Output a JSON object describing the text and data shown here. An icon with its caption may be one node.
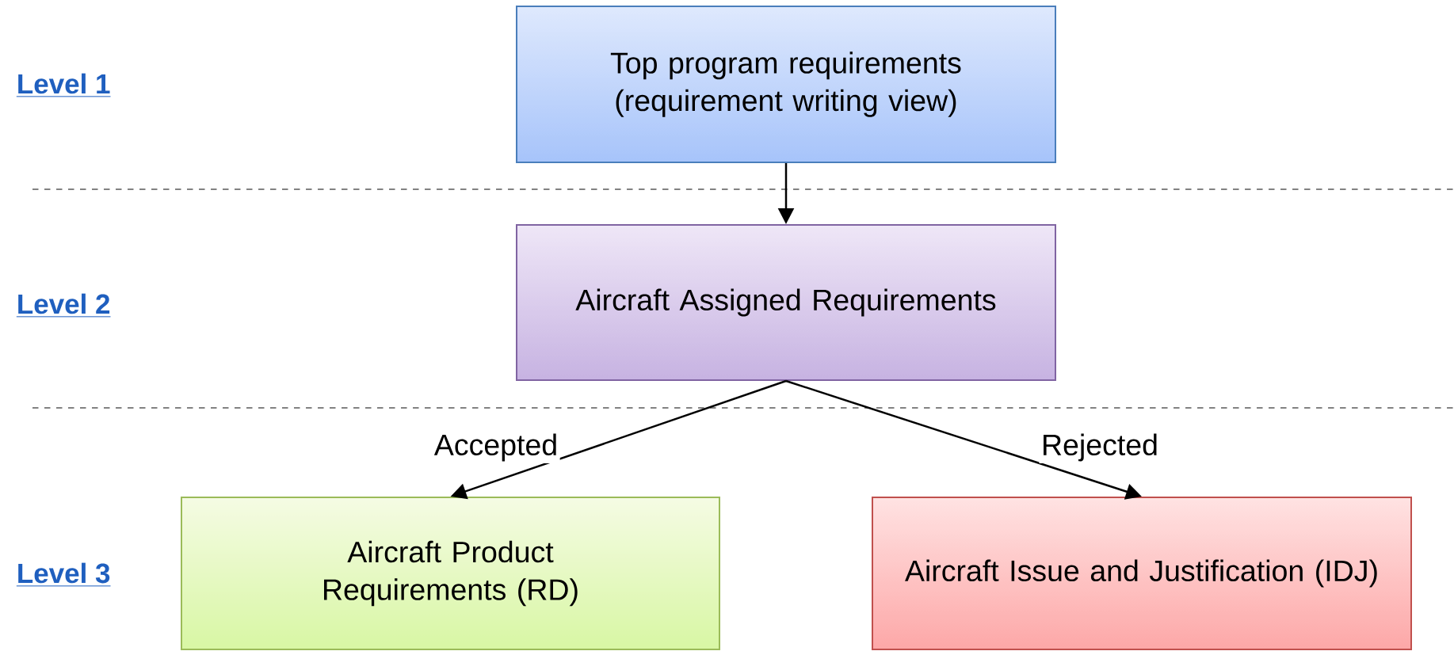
{
  "diagram": {
    "nodes": [
      {
        "text": [
          "Top program requirements (requirement writing view)"
        ]
      },
      {
        "text": [
          "Aircraft Assigned Requirements"
        ]
      },
      {
        "text": [
          "Aircraft Product Requirements (RD)"
        ]
      },
      {
        "text": [
          "Aircraft Issue and Justification (IDJ)"
        ]
      }
    ],
    "edges": [
      {
        "from": 0,
        "to": 1,
        "arrow": "to"
      },
      {
        "from": 1,
        "to": 2,
        "arrow": "to",
        "label": "Accepted"
      },
      {
        "from": 1,
        "to": 3,
        "arrow": "to",
        "label": "Rejected"
      }
    ],
    "labels": [
      "Level 1",
      "Level 2",
      "Level 3"
    ]
  }
}
